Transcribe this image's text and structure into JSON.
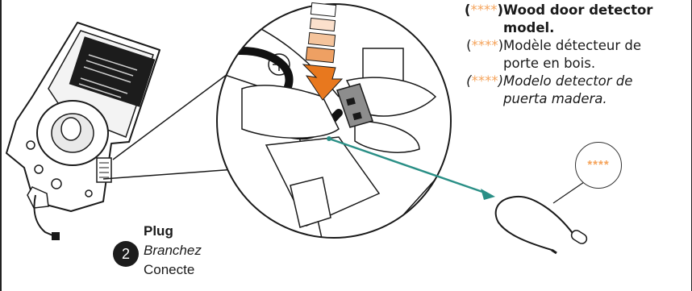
{
  "note": {
    "stars": "(****)",
    "en_line1": "Wood door detector",
    "en_line2": "model.",
    "fr_line1": "Modèle détecteur de",
    "fr_line2": "porte en bois.",
    "es_line1": "Modelo detector de",
    "es_line2": "puerta madera."
  },
  "step": {
    "number": "2",
    "en": "Plug",
    "fr": "Branchez",
    "es": "Conecte"
  },
  "badge": {
    "text": "****"
  },
  "colors": {
    "accent_orange": "#f5a35a",
    "arrow_orange": "#e8781e",
    "cable_green": "#2a8f86"
  },
  "icons": [
    "detector-device-illustration",
    "magnifier-callout-illustration",
    "plug-connector-illustration",
    "insertion-arrow-icon",
    "sensor-cable-illustration"
  ]
}
